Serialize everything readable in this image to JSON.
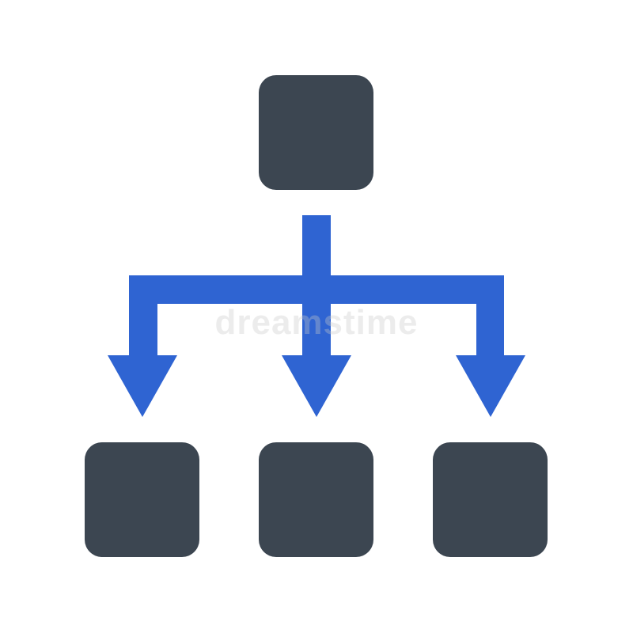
{
  "colors": {
    "node": "#3c4651",
    "connector": "#2f64d2",
    "background": "#ffffff"
  },
  "diagram": {
    "type": "hierarchy-icon",
    "nodes": [
      {
        "id": "root",
        "role": "parent"
      },
      {
        "id": "child-left",
        "role": "child"
      },
      {
        "id": "child-middle",
        "role": "child"
      },
      {
        "id": "child-right",
        "role": "child"
      }
    ],
    "edges": [
      {
        "from": "root",
        "to": "child-left"
      },
      {
        "from": "root",
        "to": "child-middle"
      },
      {
        "from": "root",
        "to": "child-right"
      }
    ]
  },
  "watermark": "dreamstime"
}
